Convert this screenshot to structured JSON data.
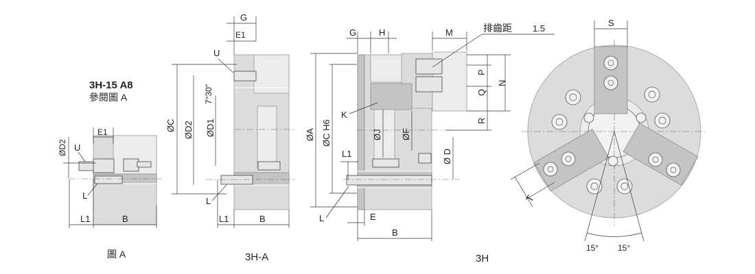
{
  "header": {
    "title_model": "3H-15 A8",
    "title_ref": "參閱圖 A",
    "pitch_label": "排齒距",
    "pitch_value": "1.5"
  },
  "captions": {
    "fig_a": "圖 A",
    "fig_3ha": "3H-A",
    "fig_3h": "3H"
  },
  "fig_a_labels": {
    "d2": "ØD2",
    "e1": "E1",
    "u": "U",
    "l": "L",
    "l1": "L1",
    "b": "B"
  },
  "fig_3ha_labels": {
    "g": "G",
    "e1": "E1",
    "u": "U",
    "angle": "7°30\"",
    "c": "ØC",
    "d2": "ØD2",
    "d1": "ØD1",
    "l": "L",
    "l1": "L1",
    "b": "B"
  },
  "fig_3h_labels": {
    "g": "G",
    "h": "H",
    "m": "M",
    "n": "N",
    "p": "P",
    "q": "Q",
    "r": "R",
    "k": "K",
    "a": "ØA",
    "ch6": "ØC H6",
    "j": "ØJ",
    "f": "ØF",
    "d": "Ø D",
    "l1": "L1",
    "l": "L",
    "e": "E",
    "b": "B"
  },
  "front_view_labels": {
    "s": "S",
    "t": "T",
    "angle_left": "15°",
    "angle_right": "15°"
  }
}
